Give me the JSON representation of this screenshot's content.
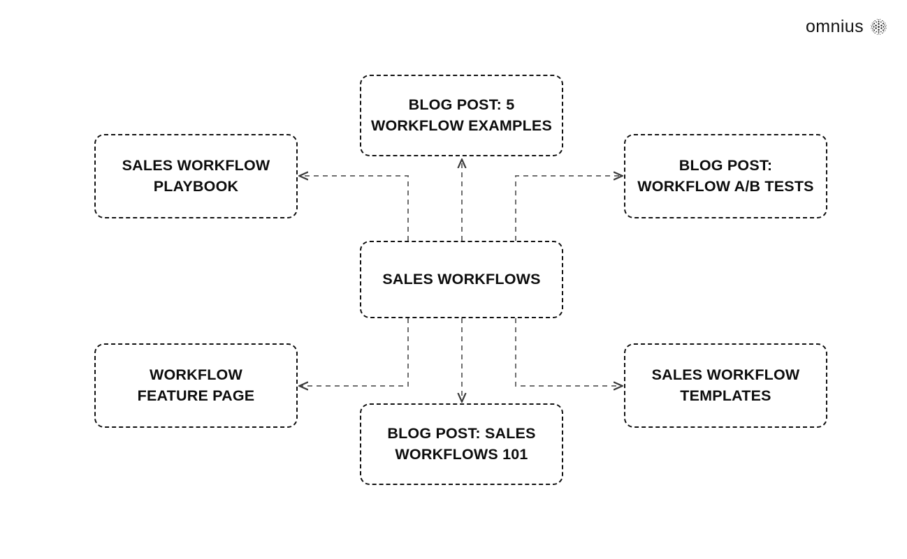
{
  "brand": {
    "wordmark": "omnius",
    "mark_icon": "dotted-circle-icon"
  },
  "diagram": {
    "type": "topic-cluster",
    "title": "",
    "hub": {
      "id": "sales-workflows",
      "label": "SALES WORKFLOWS"
    },
    "nodes": [
      {
        "id": "blog-post-5-workflow-examples",
        "label": "BLOG POST: 5\nWORKFLOW EXAMPLES",
        "position": "top-center"
      },
      {
        "id": "sales-workflow-playbook",
        "label": "SALES WORKFLOW\nPLAYBOOK",
        "position": "left-top"
      },
      {
        "id": "blog-post-workflow-ab-tests",
        "label": "BLOG POST:\nWORKFLOW A/B TESTS",
        "position": "right-top"
      },
      {
        "id": "sales-workflows",
        "label": "SALES WORKFLOWS",
        "position": "center"
      },
      {
        "id": "workflow-feature-page",
        "label": "WORKFLOW\nFEATURE PAGE",
        "position": "left-bottom"
      },
      {
        "id": "sales-workflow-templates",
        "label": "SALES WORKFLOW\nTEMPLATES",
        "position": "right-bottom"
      },
      {
        "id": "blog-post-sales-workflows-101",
        "label": "BLOG POST: SALES\nWORKFLOWS 101",
        "position": "bottom-center"
      }
    ],
    "edges": [
      {
        "from": "sales-workflows",
        "to": "blog-post-5-workflow-examples",
        "style": "dashed",
        "arrow": "end"
      },
      {
        "from": "sales-workflows",
        "to": "sales-workflow-playbook",
        "style": "dashed",
        "arrow": "end"
      },
      {
        "from": "sales-workflows",
        "to": "blog-post-workflow-ab-tests",
        "style": "dashed",
        "arrow": "end"
      },
      {
        "from": "sales-workflows",
        "to": "workflow-feature-page",
        "style": "dashed",
        "arrow": "end"
      },
      {
        "from": "sales-workflows",
        "to": "sales-workflow-templates",
        "style": "dashed",
        "arrow": "end"
      },
      {
        "from": "sales-workflows",
        "to": "blog-post-sales-workflows-101",
        "style": "dashed",
        "arrow": "end"
      }
    ]
  },
  "colors": {
    "background": "#ffffff",
    "node_border": "#101010",
    "node_text": "#0d0d0d",
    "connector": "#6e6e6e",
    "brand_text": "#111111"
  }
}
